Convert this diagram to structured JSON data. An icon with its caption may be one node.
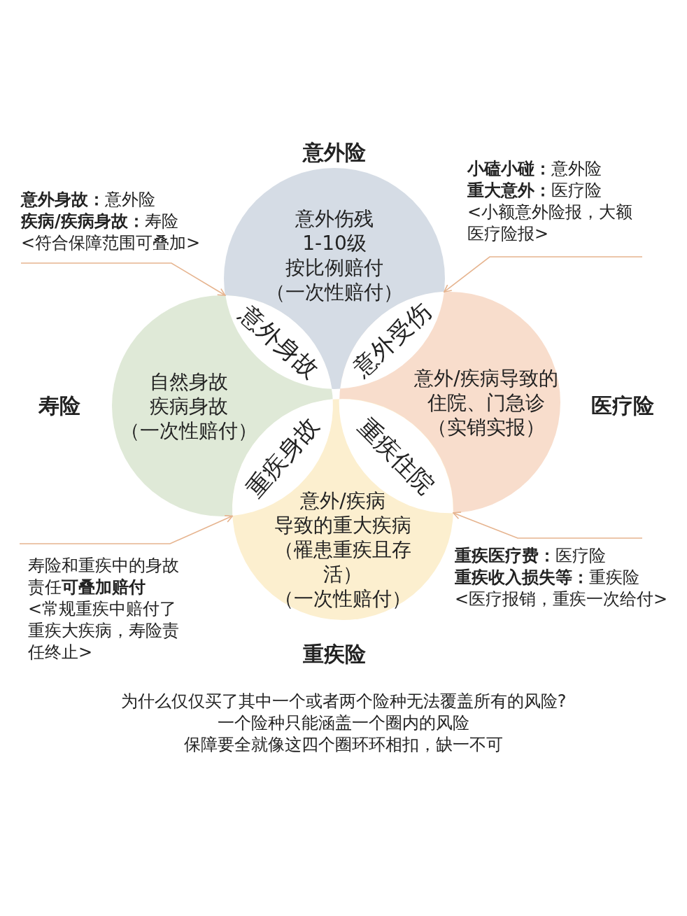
{
  "diagram": {
    "nodes": [
      {
        "text": [
          "意外伤残",
          "1-10级",
          "按比例赔付",
          "（一次性赔付）"
        ],
        "beside": [
          "意外险"
        ]
      },
      {
        "text": [
          "**意外身故：**意外险",
          "**疾病/疾病身故：**寿险",
          "<符合保障范围可叠加>"
        ]
      },
      {
        "text": [
          "**小磕小碰：**意外险",
          "**重大意外：**医疗险",
          "<小额意外险报，大额医疗险报>"
        ]
      },
      {
        "text": [
          "意外身故"
        ]
      },
      {
        "text": [
          "意外受伤"
        ]
      },
      {
        "text": [
          "自然身故",
          "疾病身故",
          "（一次性赔付）"
        ],
        "beside": [
          "寿险"
        ]
      },
      {
        "text": [
          "意外/疾病导致的住院、门急诊",
          "（实销实报）"
        ],
        "beside": [
          "医疗险"
        ]
      },
      {
        "text": [
          "重疾身故"
        ]
      },
      {
        "text": [
          "重疾住院"
        ]
      },
      {
        "text": [
          "意外/疾病",
          "导致的重大疾病",
          "（罹患重疾且存活）",
          "（一次性赔付）"
        ],
        "beside": [
          "重疾险"
        ]
      },
      {
        "text": [
          "寿险和重疾中的身故责任**可叠加赔付**",
          "<常规重疾中赔付了重疾大疾病，寿险责任终止>"
        ]
      },
      {
        "text": [
          "**重疾医疗费：**医疗险",
          "**重疾收入损失等：**重疾险",
          "<医疗报销，重疾一次给付>"
        ]
      }
    ],
    "edges": [
      {
        "from": 1,
        "to": 3,
        "arrow": "to"
      },
      {
        "from": 2,
        "to": 4,
        "arrow": "to"
      },
      {
        "from": 10,
        "to": 7,
        "arrow": "to"
      },
      {
        "from": 11,
        "to": 8,
        "arrow": "to"
      }
    ],
    "labels": [
      "为什么仅仅买了其中一个或者两个险种无法覆盖所有的风险?",
      "一个险种只能涵盖一个圈内的风险",
      "保障要全就像这四个圈环环相扣，缺一不可"
    ]
  }
}
